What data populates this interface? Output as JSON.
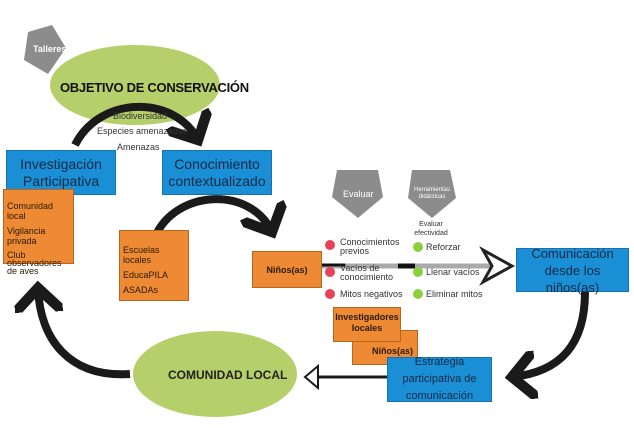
{
  "colors": {
    "blue": "#1b8fd6",
    "orange": "#ee8a33",
    "green": "#b5cf6b",
    "gray": "#8c8c8c",
    "red": "#e8415a",
    "lightgreen": "#8ccf3e"
  },
  "pentagons": {
    "talleres": "Talleres",
    "evaluar": "Evaluar",
    "herramientas": "Herramientas didácticas"
  },
  "objetivo": {
    "title": "OBJETIVO DE CONSERVACIÓN",
    "items": [
      "Biodiversidad",
      "Especies amenazadas",
      "Amenazas"
    ]
  },
  "investigacion": {
    "title": "Investigación Participativa",
    "items": [
      "Comunidad local",
      "Vigilancia privada",
      "Club observadores de aves"
    ]
  },
  "conocimiento": {
    "title": "Conocimiento contextualizado",
    "items": [
      "Escuelas locales",
      "EducaPILA",
      "ASADAs"
    ]
  },
  "ninos": "Niños(as)",
  "evaluar_items": [
    "Conocimientos previos",
    "Vacíos de conocimiento",
    "Mitos negativos"
  ],
  "evaluar_efectividad": "Evaluar efectividad",
  "herramientas_items": [
    "Reforzar",
    "Llenar vacíos",
    "Eliminar mitos"
  ],
  "comunicacion": "Comunicación desde los niños(as)",
  "estrategia": {
    "title": "Estrategia participativa de comunicación",
    "actors": [
      "Investigadores locales",
      "Niños(as)"
    ]
  },
  "comunidad": "COMUNIDAD LOCAL"
}
